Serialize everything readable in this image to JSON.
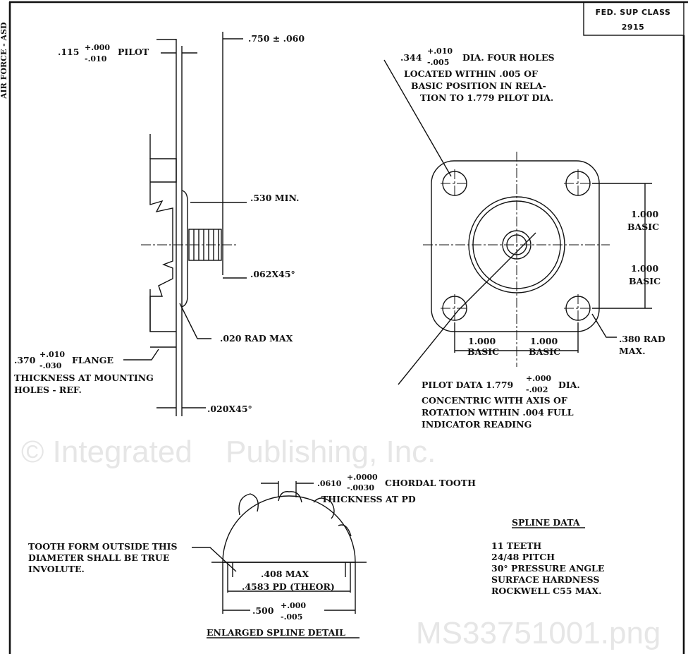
{
  "sheet": {
    "side_stamp": "AIR FORCE - ASD",
    "fed_sup_class_label": "FED. SUP CLASS",
    "fed_sup_class_value": "2915",
    "watermark": [
      "© Integrated",
      "Publishing, Inc.",
      "MS33751001.png"
    ]
  },
  "side_view": {
    "pilot": {
      "value": ".115",
      "plus": "+.000",
      "minus": "-.010",
      "label": "PILOT"
    },
    "overall_length": ".750 ± .060",
    "shaft_min": ".530 MIN.",
    "shaft_chamfer": ".062X45°",
    "radius": ".020 RAD MAX",
    "flange": {
      "value": ".370",
      "plus": "+.010",
      "minus": "-.030",
      "label": "FLANGE",
      "note_lines": [
        "THICKNESS AT MOUNTING",
        "HOLES - REF."
      ]
    },
    "pilot_chamfer": ".020X45°"
  },
  "front_view": {
    "holes": {
      "value": ".344",
      "plus": "+.010",
      "minus": "-.005",
      "label": "DIA. FOUR HOLES",
      "note_lines": [
        "LOCATED WITHIN .005 OF",
        "BASIC POSITION IN RELA-",
        "TION TO 1.779 PILOT DIA."
      ]
    },
    "vertical_dims": [
      {
        "value": "1.000",
        "label": "BASIC"
      },
      {
        "value": "1.000",
        "label": "BASIC"
      }
    ],
    "horizontal_dims": [
      {
        "value": "1.000",
        "label": "BASIC"
      },
      {
        "value": "1.000",
        "label": "BASIC"
      }
    ],
    "corner_radius": [
      ".380 RAD",
      "MAX."
    ],
    "pilot": {
      "prefix": "PILOT DATA 1.779",
      "plus": "+.000",
      "minus": "-.002",
      "suffix": "DIA.",
      "note_lines": [
        "CONCENTRIC WITH AXIS OF",
        "ROTATION WITHIN .004 FULL",
        "INDICATOR READING"
      ]
    }
  },
  "spline_detail": {
    "title": "ENLARGED SPLINE DETAIL",
    "tooth": {
      "value": ".0610",
      "plus": "+.0000",
      "minus": "-.0030",
      "label": "CHORDAL TOOTH",
      "line2": "THICKNESS AT PD"
    },
    "involute_note": [
      "TOOTH FORM OUTSIDE THIS",
      "DIAMETER SHALL BE TRUE",
      "INVOLUTE."
    ],
    "max_dia": ".408 MAX",
    "pitch_dia": ".4583 PD (THEOR)",
    "outer": {
      "value": ".500",
      "plus": "+.000",
      "minus": "-.005"
    }
  },
  "spline_data": {
    "title": "SPLINE DATA",
    "lines": [
      "11 TEETH",
      "24/48 PITCH",
      "30° PRESSURE ANGLE",
      "SURFACE HARDNESS",
      "ROCKWELL C55 MAX."
    ]
  }
}
